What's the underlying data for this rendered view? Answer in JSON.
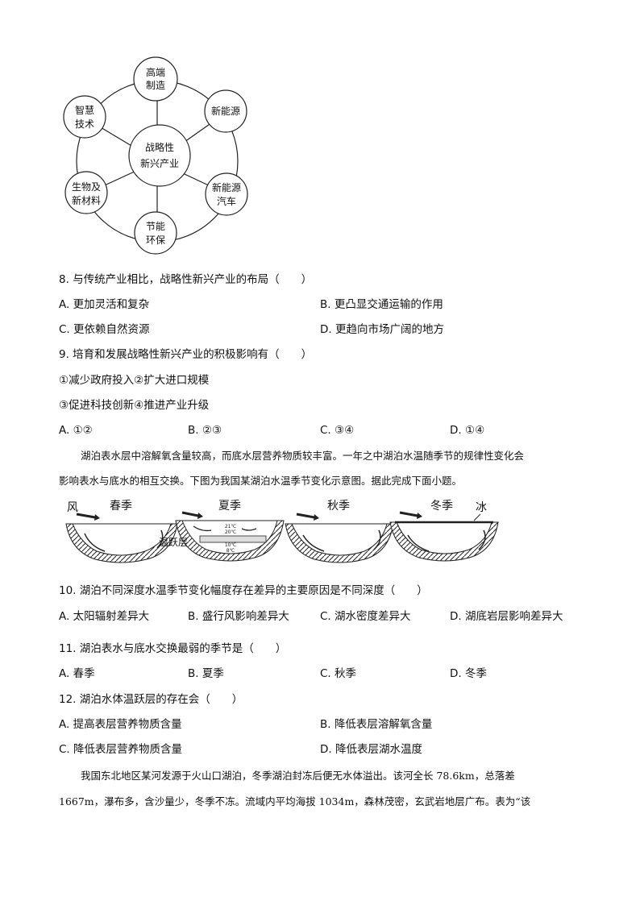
{
  "diagram": {
    "center": [
      "战略性",
      "新兴产业"
    ],
    "nodes": [
      [
        "高端",
        "制造"
      ],
      [
        "新能源"
      ],
      [
        "新能源",
        "汽车"
      ],
      [
        "节能",
        "环保"
      ],
      [
        "生物及",
        "新材料"
      ],
      [
        "智慧",
        "技术"
      ]
    ]
  },
  "q8": {
    "stem": "8. 与传统产业相比，战略性新兴产业的布局（　　）",
    "a": "A. 更加灵活和复杂",
    "b": "B. 更凸显交通运输的作用",
    "c": "C. 更依赖自然资源",
    "d": "D. 更趋向市场广阔的地方"
  },
  "q9": {
    "stem": "9. 培育和发展战略性新兴产业的积极影响有（　　）",
    "line1": "①减少政府投入②扩大进口规模",
    "line2": "③促进科技创新④推进产业升级",
    "a": "A. ①②",
    "b": "B. ②③",
    "c": "C. ③④",
    "d": "D. ①④"
  },
  "passage1": {
    "line1": "湖泊表水层中溶解氧含量较高，而底水层营养物质较丰富。一年之中湖泊水温随季节的规律性变化会",
    "line2": "影响表水与底水的相互交换。下图为我国某湖泊水温季节变化示意图。据此完成下面小题。"
  },
  "figure": {
    "wind": "风",
    "ice": "冰",
    "thermocline": "温跃层",
    "seasons": [
      "春季",
      "夏季",
      "秋季",
      "冬季"
    ],
    "summer_temps": [
      "21℃",
      "20℃",
      "10℃",
      "8℃"
    ]
  },
  "q10": {
    "stem": "10. 湖泊不同深度水温季节变化幅度存在差异的主要原因是不同深度（　　）",
    "a": "A. 太阳辐射差异大",
    "b": "B. 盛行风影响差异大",
    "c": "C. 湖水密度差异大",
    "d": "D. 湖底岩层影响差异大"
  },
  "q11": {
    "stem": "11. 湖泊表水与底水交换最弱的季节是（　　）",
    "a": "A. 春季",
    "b": "B. 夏季",
    "c": "C. 秋季",
    "d": "D. 冬季"
  },
  "q12": {
    "stem": "12. 湖泊水体温跃层的存在会（　　）",
    "a": "A. 提高表层营养物质含量",
    "b": "B. 降低表层溶解氧含量",
    "c": "C. 降低表层营养物质含量",
    "d": "D. 降低表层湖水温度"
  },
  "passage2": {
    "line1": "我国东北地区某河发源于火山口湖泊，冬季湖泊封冻后便无水体溢出。该河全长 78.6km，总落差",
    "line2": "1667m，瀑布多，含沙量少，冬季不冻。流域内平均海拔 1034m，森林茂密，玄武岩地层广布。表为“该"
  }
}
